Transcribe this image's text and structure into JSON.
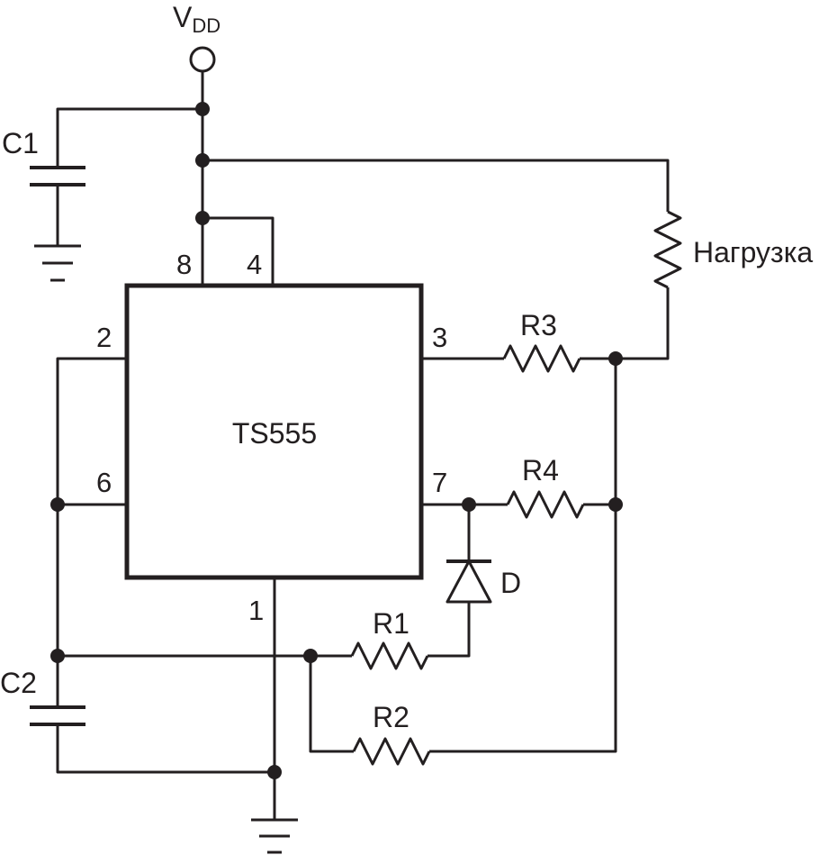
{
  "supply": {
    "label": "V",
    "subscript": "DD"
  },
  "chip": {
    "name": "TS555"
  },
  "pins": {
    "p1": "1",
    "p2": "2",
    "p3": "3",
    "p4": "4",
    "p6": "6",
    "p7": "7",
    "p8": "8"
  },
  "components": {
    "c1": "C1",
    "c2": "C2",
    "r1": "R1",
    "r2": "R2",
    "r3": "R3",
    "r4": "R4",
    "diode": "D",
    "load": "Нагрузка"
  },
  "colors": {
    "ink": "#231f20",
    "background": "#ffffff"
  }
}
